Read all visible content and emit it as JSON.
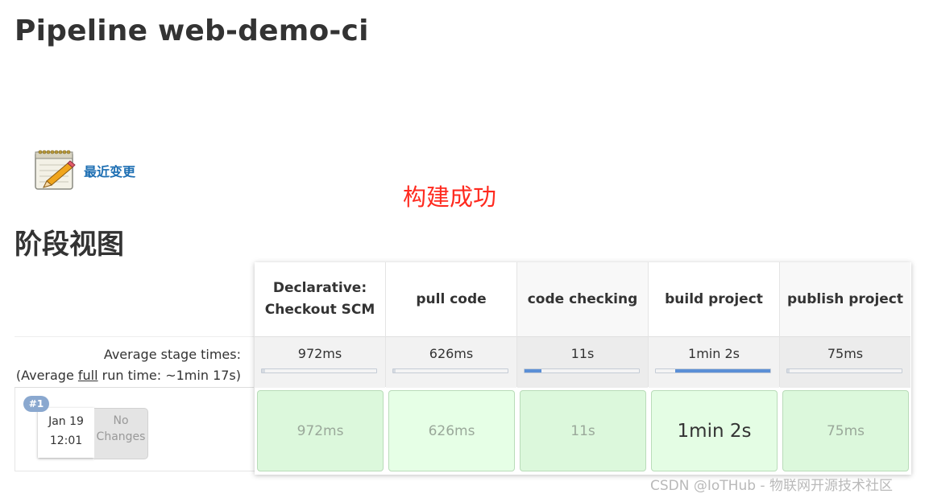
{
  "page": {
    "title": "Pipeline web-demo-ci",
    "recent_changes": "最近变更",
    "annotation": "构建成功",
    "stage_view_title": "阶段视图",
    "watermark": "CSDN @IoTHub - 物联网开源技术社区"
  },
  "stage_view": {
    "avg_stage_label": "Average stage times:",
    "avg_full_prefix": "(Average ",
    "avg_full_link": "full",
    "avg_full_suffix": " run time: ~1min 17s)",
    "stages": [
      {
        "name_line1": "Declarative:",
        "name_line2": "Checkout SCM",
        "avg": "972ms",
        "avg_fraction": 0.03,
        "run": "972ms"
      },
      {
        "name_line1": "pull code",
        "name_line2": "",
        "avg": "626ms",
        "avg_fraction": 0.02,
        "run": "626ms"
      },
      {
        "name_line1": "code checking",
        "name_line2": "",
        "avg": "11s",
        "avg_fraction": 0.15,
        "run": "11s"
      },
      {
        "name_line1": "build project",
        "name_line2": "",
        "avg": "1min 2s",
        "avg_fraction": 0.83,
        "run": "1min 2s"
      },
      {
        "name_line1": "publish project",
        "name_line2": "",
        "avg": "75ms",
        "avg_fraction": 0.01,
        "run": "75ms"
      }
    ],
    "build": {
      "number": "#1",
      "date": "Jan 19",
      "time": "12:01",
      "changes_line1": "No",
      "changes_line2": "Changes"
    }
  },
  "colors": {
    "annotation": "#ff2a1f",
    "link": "#1e6fb3",
    "success_cell": "#dcf8dc",
    "bar_fill": "#5b8fd6"
  }
}
